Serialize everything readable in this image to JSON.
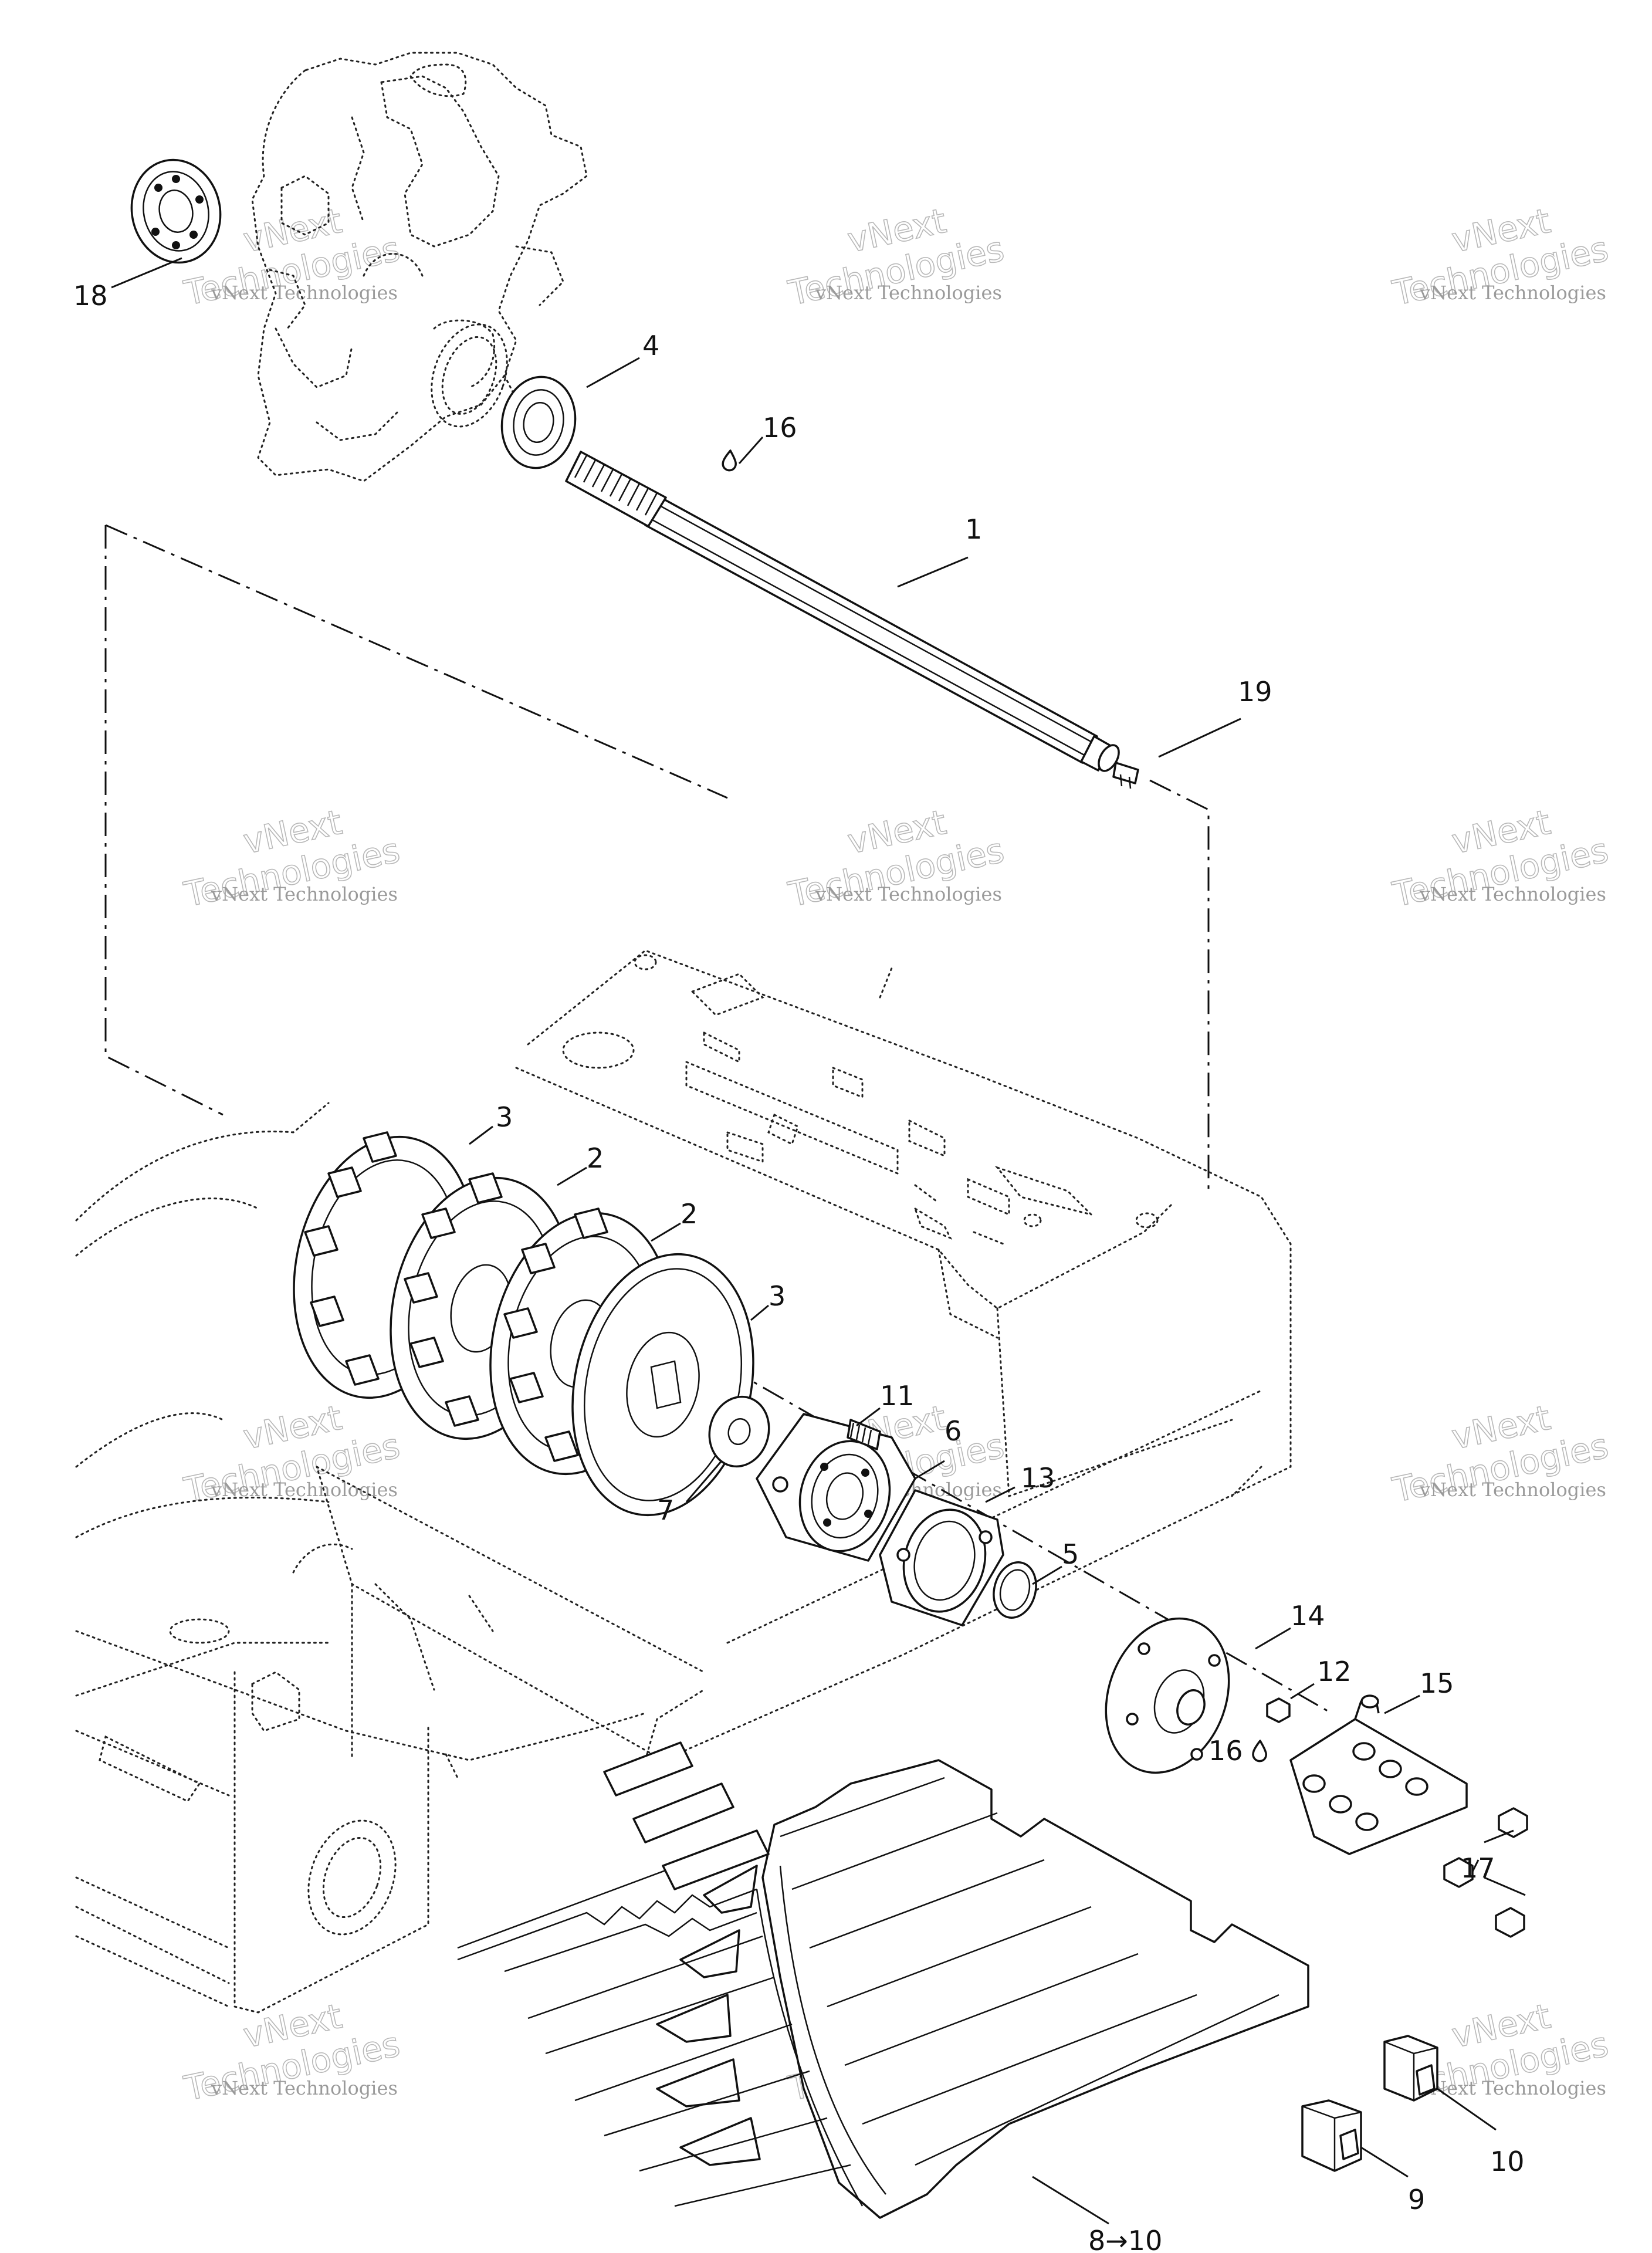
{
  "watermark": {
    "line1": "vNext Technologies",
    "line2": "vNext",
    "line3": "Technologies"
  },
  "callouts": [
    {
      "id": "c18",
      "text": "18"
    },
    {
      "id": "c4",
      "text": "4"
    },
    {
      "id": "c16a",
      "text": "16"
    },
    {
      "id": "c1",
      "text": "1"
    },
    {
      "id": "c19",
      "text": "19"
    },
    {
      "id": "c3a",
      "text": "3"
    },
    {
      "id": "c2a",
      "text": "2"
    },
    {
      "id": "c2b",
      "text": "2"
    },
    {
      "id": "c3b",
      "text": "3"
    },
    {
      "id": "c11",
      "text": "11"
    },
    {
      "id": "c6",
      "text": "6"
    },
    {
      "id": "c13",
      "text": "13"
    },
    {
      "id": "c7",
      "text": "7"
    },
    {
      "id": "c5",
      "text": "5"
    },
    {
      "id": "c14",
      "text": "14"
    },
    {
      "id": "c12",
      "text": "12"
    },
    {
      "id": "c15",
      "text": "15"
    },
    {
      "id": "c16b",
      "text": "16"
    },
    {
      "id": "c17",
      "text": "17"
    },
    {
      "id": "c10",
      "text": "10"
    },
    {
      "id": "c9",
      "text": "9"
    },
    {
      "id": "c8",
      "text": "8→10"
    }
  ]
}
